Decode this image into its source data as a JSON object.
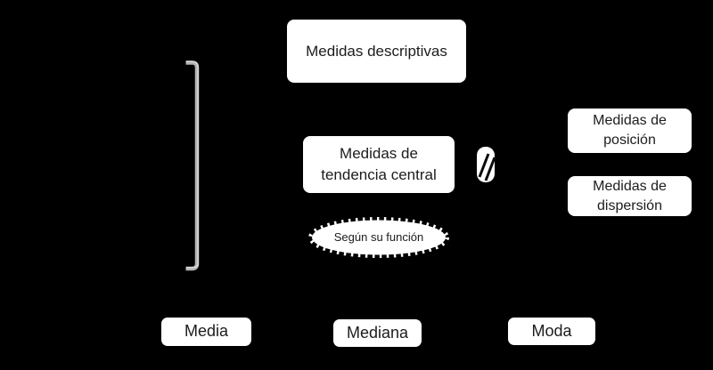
{
  "canvas": {
    "background_color": "#000000",
    "node_fill_color": "#ffffff",
    "node_text_color": "#1c1c1c",
    "bracket_color": "#c0c0c0"
  },
  "nodes": {
    "descriptivas": {
      "label": "Medidas descriptivas"
    },
    "tendencia": {
      "label": "Medidas de\ntendencia central"
    },
    "posicion": {
      "label": "Medidas de\nposición"
    },
    "dispersion": {
      "label": "Medidas de\ndispersión"
    },
    "funcion": {
      "label": "Según su función"
    },
    "media": {
      "label": "Media"
    },
    "mediana": {
      "label": "Mediana"
    },
    "moda": {
      "label": "Moda"
    }
  }
}
